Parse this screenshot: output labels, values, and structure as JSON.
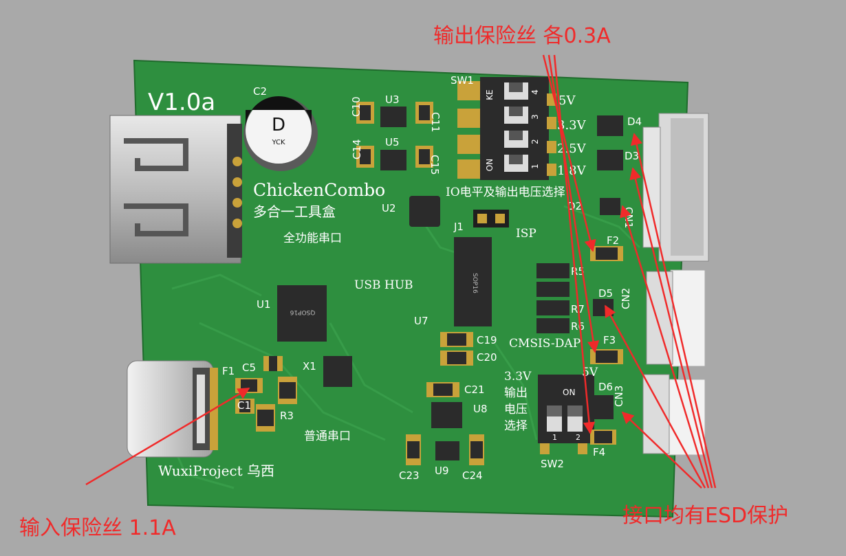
{
  "board": {
    "version": "V1.0a",
    "name": "ChickenCombo",
    "subtitle": "多合一工具盒",
    "author": "WuxiProject 乌西",
    "serial_full_label": "全功能串口",
    "serial_plain_label": "普通串口",
    "usb_hub_label": "USB HUB",
    "cmsis_label": "CMSIS-DAP",
    "isp_label": "ISP",
    "io_select_label": "IO电平及输出电压选择",
    "output_select_lines": [
      "3.3V",
      "输出",
      "电压",
      "选择"
    ],
    "output_select_5v": "5V",
    "voltages": [
      "5V",
      "3.3V",
      "2.5V",
      "1.8V"
    ]
  },
  "components": {
    "capacitors": [
      "C1",
      "C2",
      "C5",
      "C10",
      "C11",
      "C14",
      "C15",
      "C19",
      "C20",
      "C21",
      "C23",
      "C24"
    ],
    "ics": [
      "U1",
      "U2",
      "U3",
      "U5",
      "U7",
      "U8",
      "U9"
    ],
    "resistors": [
      "R3",
      "R5",
      "R6",
      "R7"
    ],
    "fuses": [
      "F1",
      "F2",
      "F3",
      "F4"
    ],
    "diodes": [
      "D2",
      "D3",
      "D4",
      "D5",
      "D6"
    ],
    "connectors": [
      "CN1",
      "CN2",
      "CN3",
      "J1",
      "X1"
    ],
    "switches": [
      "SW1",
      "SW2"
    ],
    "u1_package": "QSOP16",
    "u7_package": "SOP16",
    "c2_marking": "D",
    "c2_sub": "YCK",
    "dip_sw1_top": "KE",
    "dip_sw1_on": "ON",
    "dip_sw1_numbers": [
      "4",
      "3",
      "2",
      "1"
    ],
    "dip_sw2_on": "ON",
    "dip_sw2_numbers": [
      "1",
      "2"
    ]
  },
  "annotations": {
    "output_fuse": "输出保险丝 各0.3A",
    "input_fuse": "输入保险丝 1.1A",
    "esd": "接口均有ESD保护"
  },
  "colors": {
    "background": "#a9a9a9",
    "pcb": "#2e8f3f",
    "silkscreen": "#ffffff",
    "annotation": "#f02a2a",
    "gold": "#c9a23a"
  }
}
